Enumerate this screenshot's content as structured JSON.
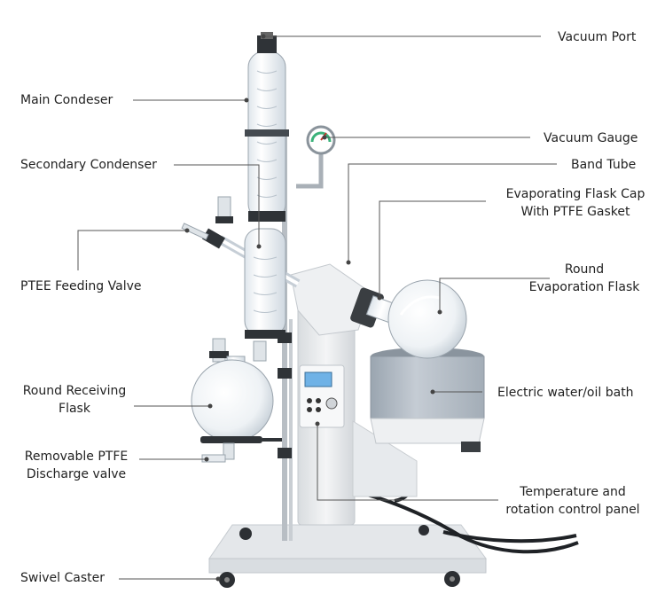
{
  "labels": {
    "vacuum_port": "Vacuum Port",
    "main_condenser": "Main Condeser",
    "vacuum_gauge": "Vacuum Gauge",
    "secondary_condenser": "Secondary Condenser",
    "band_tube": "Band Tube",
    "flask_cap_1": "Evaporating Flask Cap",
    "flask_cap_2": "With PTFE Gasket",
    "feeding_valve": "PTEE Feeding Valve",
    "round_evap_1": "Round",
    "round_evap_2": "Evaporation Flask",
    "receiving_1": "Round Receiving",
    "receiving_2": "Flask",
    "bath": "Electric water/oil bath",
    "discharge_1": "Removable PTFE",
    "discharge_2": "Discharge valve",
    "control_1": "Temperature and",
    "control_2": "rotation control panel",
    "caster": "Swivel Caster"
  },
  "colors": {
    "frame": "#e9ebed",
    "frame_shadow": "#cfd3d7",
    "glass": "#eef2f5",
    "glass_edge": "#9aa4ad",
    "bath": "#b9c2cb",
    "clamp": "#2f3337",
    "panel": "#6fb2e6",
    "leader": "#555555"
  },
  "icons": [
    "vacuum-gauge-icon",
    "control-knob-icon",
    "caster-wheel-icon"
  ]
}
